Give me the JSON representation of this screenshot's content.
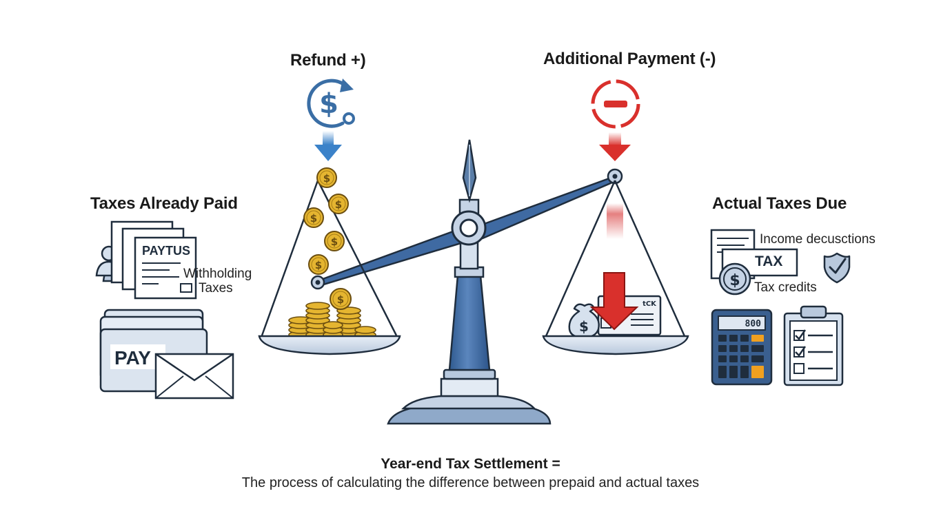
{
  "refund": {
    "label": "Refund +)"
  },
  "additional": {
    "label": "Additional Payment (-)"
  },
  "paid": {
    "heading": "Taxes Already Paid",
    "doc_text": "PAYTUS",
    "withholding": "Withholding",
    "taxes": "Taxes",
    "pay_text": "PAY"
  },
  "due": {
    "heading": "Actual Taxes Due",
    "income": "Income decusctions",
    "tax_text": "TAX",
    "credits": "Tax credits",
    "calc_display": "800",
    "bill_text": "tCK"
  },
  "summary": {
    "title": "Year-end Tax Settlement =",
    "description": "The process of calculating the difference between prepaid and actual taxes"
  },
  "colors": {
    "blue": "#3a6ea5",
    "steel": "#4a72a8",
    "red": "#d9302c",
    "gold": "#e5b530",
    "orange": "#f0a020",
    "dark": "#1f2d3d",
    "pale_blue": "#dde6f1"
  },
  "icons": {
    "refund": "dollar-refund-cycle-icon",
    "additional": "minus-circle-icon",
    "shield": "shield-check-icon",
    "envelope": "envelope-icon",
    "calculator": "calculator-icon",
    "clipboard": "clipboard-checklist-icon",
    "people": "people-icon"
  }
}
